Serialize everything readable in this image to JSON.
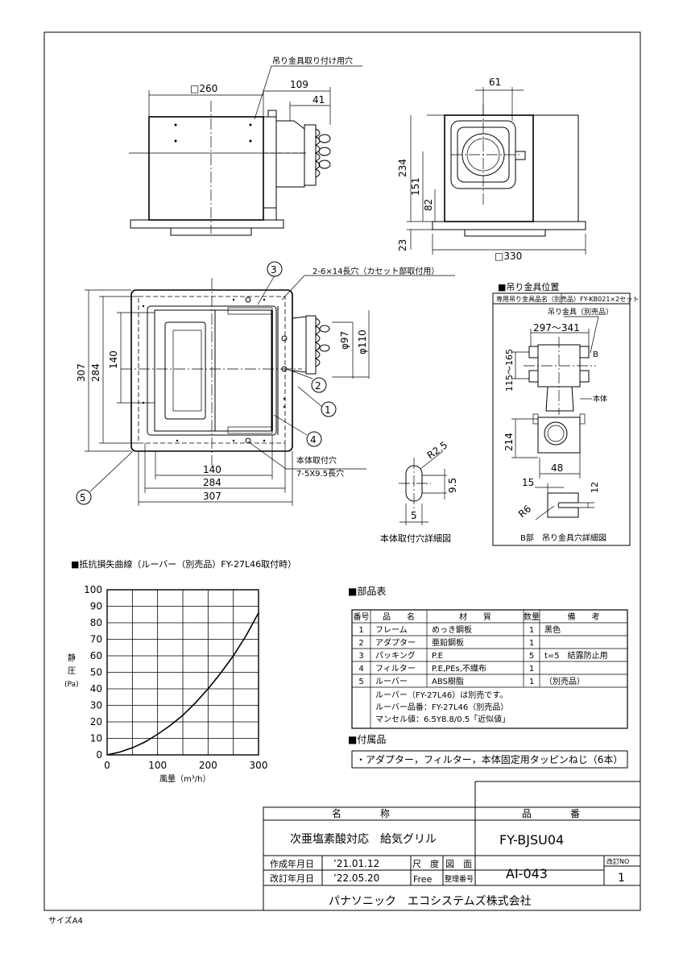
{
  "labels": {
    "hanger_hole": "吊り金具取り付け用穴",
    "long_hole": "2-6×14長穴（カセット部取付用）",
    "body_mount_hole": "本体取付穴",
    "body_mount_spec": "7-5X9.5長穴",
    "mount_detail": "本体取付穴詳細図",
    "hanger_position": "■吊り金具位置",
    "hanger_product": "専用吊り金具品名（別売品）FY-KB021×2セット",
    "hanger_part": "吊り金具（別売品）",
    "body": "本体",
    "part_b": "B",
    "b_detail": "B部　吊り金具穴詳細図",
    "size": "サイズA4"
  },
  "dims": {
    "d260": "□260",
    "d109": "109",
    "d41": "41",
    "d61": "61",
    "d234": "234",
    "d151": "151",
    "d82": "82",
    "d23": "23",
    "d330": "□330",
    "d307v": "307",
    "d284v": "284",
    "d140v": "140",
    "d97": "φ97",
    "d110": "φ110",
    "d140h": "140",
    "d284h": "284",
    "d307h": "307",
    "r25": "R2.5",
    "d95": "9.5",
    "d5": "5",
    "range": "297～341",
    "r115": "115～165",
    "d214": "214",
    "d48": "48",
    "d15": "15",
    "d12": "12",
    "r6": "R6"
  },
  "callouts": [
    "3",
    "2",
    "1",
    "4",
    "5"
  ],
  "chart": {
    "title": "■抵抗損失曲線（ルーバー（別売品）FY-27L46取付時）",
    "ylabel_1": "静",
    "ylabel_2": "圧",
    "ylabel_3": "(Pa)",
    "xlabel": "風量（m³/h）"
  },
  "chart_data": {
    "type": "line",
    "title": "抵抗損失曲線（ルーバー（別売品）FY-27L46取付時）",
    "xlabel": "風量（m³/h）",
    "ylabel": "静圧(Pa)",
    "xlim": [
      0,
      300
    ],
    "ylim": [
      0,
      100
    ],
    "x_ticks": [
      "0",
      "100",
      "200",
      "300"
    ],
    "y_ticks": [
      "0",
      "10",
      "20",
      "30",
      "40",
      "50",
      "60",
      "70",
      "80",
      "90",
      "100"
    ],
    "grid": true,
    "series": [
      {
        "x": [
          0,
          25,
          50,
          75,
          100,
          125,
          150,
          175,
          200,
          225,
          250,
          275,
          300
        ],
        "y": [
          0,
          1.7,
          4.3,
          7.8,
          12.5,
          17.8,
          24,
          31.5,
          40,
          49.5,
          60,
          72,
          86
        ]
      }
    ]
  },
  "parts": {
    "title": "■部品表",
    "headers": [
      "番号",
      "品　　名",
      "材　　質",
      "数量",
      "備　　考"
    ],
    "rows": [
      [
        "1",
        "フレーム",
        "めっき鋼板",
        "1",
        "黒色"
      ],
      [
        "2",
        "アダプター",
        "亜鉛鋼板",
        "1",
        ""
      ],
      [
        "3",
        "パッキング",
        "P.E",
        "5",
        "t=5　結露防止用"
      ],
      [
        "4",
        "フィルター",
        "P.E,PEs,不織布",
        "1",
        ""
      ],
      [
        "5",
        "ルーバー",
        "ABS樹脂",
        "1",
        "（別売品）"
      ]
    ],
    "notes": [
      "ルーバー（FY-27L46）は別売です。",
      "ルーバー品番：FY-27L46（別売品）",
      "マンセル値：6.5Y8.8/0.5「近似値」"
    ]
  },
  "accessories": {
    "title": "■付属品",
    "text": "・アダプター，フィルター，本体固定用タッピンねじ（6本）"
  },
  "title_block": {
    "name_header": "名　　　　称",
    "number_header": "品　　　　番",
    "name": "次亜塩素酸対応　給気グリル",
    "product_number": "FY-BJSU04",
    "created_label": "作成年月日",
    "created_date": "’21.01.12",
    "revised_label": "改訂年月日",
    "revised_date": "’22.05.20",
    "scale_label": "尺　度",
    "scale_value": "Free",
    "drawing_label": "図　面",
    "serial_label": "整理番号",
    "drawing_number": "AI-043",
    "rev_label": "改訂NO",
    "rev_value": "1",
    "company": "パナソニック　エコシステムズ株式会社"
  }
}
